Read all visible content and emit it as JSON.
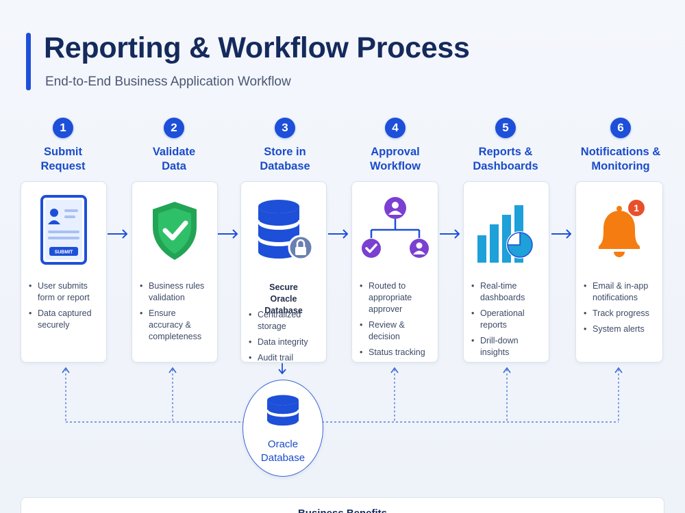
{
  "header": {
    "title": "Reporting & Workflow Process",
    "subtitle": "End-to-End Business Application Workflow"
  },
  "steps": [
    {
      "number": "1",
      "title_line1": "Submit",
      "title_line2": "Request",
      "icon": "form-submit-icon",
      "icon_button": "SUBMIT",
      "bullets": [
        "User submits form or report",
        "Data captured securely"
      ]
    },
    {
      "number": "2",
      "title_line1": "Validate",
      "title_line2": "Data",
      "icon": "shield-check-icon",
      "bullets": [
        "Business rules validation",
        "Ensure accuracy & completeness"
      ]
    },
    {
      "number": "3",
      "title_line1": "Store in",
      "title_line2": "Database",
      "icon": "secure-database-icon",
      "subhead": "Secure Oracle Database",
      "bullets": [
        "Centralized storage",
        "Data integrity",
        "Audit trail"
      ]
    },
    {
      "number": "4",
      "title_line1": "Approval",
      "title_line2": "Workflow",
      "icon": "approval-hierarchy-icon",
      "bullets": [
        "Routed to appropriate approver",
        "Review & decision",
        "Status tracking"
      ]
    },
    {
      "number": "5",
      "title_line1": "Reports &",
      "title_line2": "Dashboards",
      "icon": "bar-chart-icon",
      "bullets": [
        "Real-time dashboards",
        "Operational reports",
        "Drill-down insights"
      ]
    },
    {
      "number": "6",
      "title_line1": "Notifications &",
      "title_line2": "Monitoring",
      "icon": "bell-icon",
      "badge": "1",
      "bullets": [
        "Email & in-app notifications",
        "Track progress",
        "System alerts"
      ]
    }
  ],
  "database": {
    "label_line1": "Oracle",
    "label_line2": "Database"
  },
  "benefits": {
    "title": "Business Benefits"
  },
  "colors": {
    "primary": "#1d4fd8",
    "accent_green": "#22a455",
    "accent_purple": "#7b3fd1",
    "accent_cyan": "#1ea0d9",
    "accent_orange": "#f57c10"
  }
}
